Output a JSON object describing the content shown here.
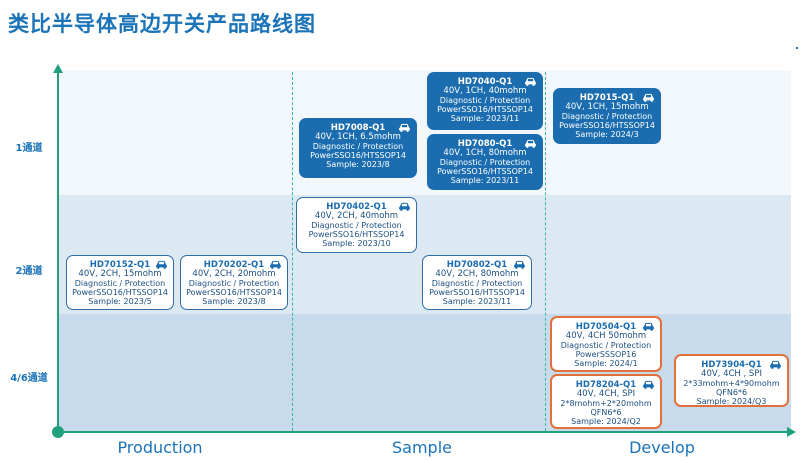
{
  "title": "类比半导体高边开关产品路线图",
  "rows": [
    "1通道",
    "2通道",
    "4/6通道"
  ],
  "columns": [
    "Production",
    "Sample",
    "Develop"
  ],
  "colors": {
    "dark_card": "#1b6db0",
    "light_border": "#2d6ea8",
    "develop_border": "#e2703a",
    "axis": "#21a07e",
    "title": "#1b73b8"
  },
  "cards": [
    {
      "name": "HD7040-Q1",
      "lines": [
        "40V, 1CH, 40mohm",
        "Diagnostic / Protection",
        "PowerSSO16/HTSSOP14",
        "Sample: 2023/11"
      ],
      "icon": "car-icon"
    },
    {
      "name": "HD7008-Q1",
      "lines": [
        "40V, 1CH, 6.5mohm",
        "Diagnostic / Protection",
        "PowerSSO16/HTSSOP14",
        "Sample: 2023/8"
      ],
      "icon": "car-icon"
    },
    {
      "name": "HD7080-Q1",
      "lines": [
        "40V, 1CH, 80mohm",
        "Diagnostic / Protection",
        "PowerSSO16/HTSSOP14",
        "Sample: 2023/11"
      ],
      "icon": "car-icon"
    },
    {
      "name": "HD7015-Q1",
      "lines": [
        "40V, 1CH, 15mohm",
        "Diagnostic / Protection",
        "PowerSSO16/HTSSOP14",
        "Sample: 2024/3"
      ],
      "icon": "car-icon"
    },
    {
      "name": "HD70402-Q1",
      "lines": [
        "40V, 2CH, 40mohm",
        "Diagnostic / Protection",
        "PowerSSO16/HTSSOP14",
        "Sample: 2023/10"
      ],
      "icon": "car-icon"
    },
    {
      "name": "HD70152-Q1",
      "lines": [
        "40V, 2CH, 15mohm",
        "Diagnostic / Protection",
        "PowerSSO16/HTSSOP14",
        "Sample: 2023/5"
      ],
      "icon": "car-icon"
    },
    {
      "name": "HD70202-Q1",
      "lines": [
        "40V, 2CH, 20mohm",
        "Diagnostic / Protection",
        "PowerSSO16/HTSSOP14",
        "Sample: 2023/8"
      ],
      "icon": "car-icon"
    },
    {
      "name": "HD70802-Q1",
      "lines": [
        "40V, 2CH, 80mohm",
        "Diagnostic / Protection",
        "PowerSSO16/HTSSOP14",
        "Sample: 2023/11"
      ],
      "icon": "car-icon"
    },
    {
      "name": "HD70504-Q1",
      "lines": [
        "40V, 4CH 50mohm",
        "Diagnostic / Protection",
        "PowerSSSOP16",
        "Sample: 2024/1"
      ],
      "icon": "car-icon"
    },
    {
      "name": "HD78204-Q1",
      "lines": [
        "40V, 4CH, SPI",
        "2*8mohm+2*20mohm",
        "QFN6*6",
        "Sample: 2024/Q2"
      ],
      "icon": "car-icon"
    },
    {
      "name": "HD73904-Q1",
      "lines": [
        "40V, 4CH , SPI",
        "2*33mohm+4*90mohm",
        "QFN6*6",
        "Sample: 2024/Q3"
      ],
      "icon": "car-icon"
    }
  ]
}
